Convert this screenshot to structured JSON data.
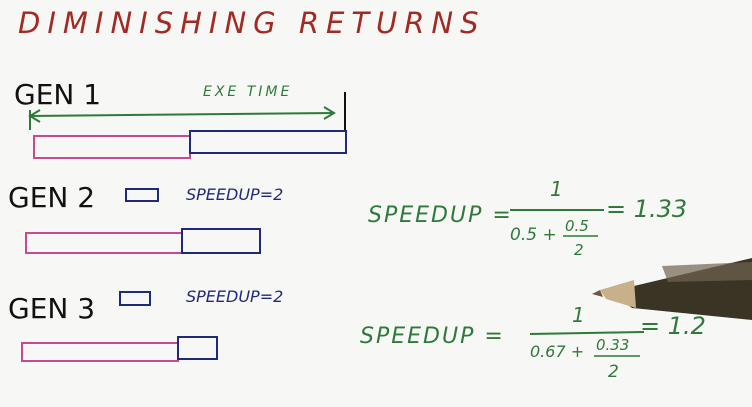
{
  "title": "DIMINISHING RETURNS",
  "gens": [
    {
      "label": "GEN 1",
      "exe_time_label": "EXE TIME"
    },
    {
      "label": "GEN 2",
      "speedup_label": "SPEEDUP=2"
    },
    {
      "label": "GEN 3",
      "speedup_label": "SPEEDUP=2"
    }
  ],
  "formulas": [
    {
      "lhs": "SPEEDUP =",
      "numerator": "1",
      "den_first": "0.5 +",
      "den_frac_num": "0.5",
      "den_frac_den": "2",
      "result": "= 1.33"
    },
    {
      "lhs": "SPEEDUP =",
      "numerator": "1",
      "den_first": "0.67 +",
      "den_frac_num": "0.33",
      "den_frac_den": "2",
      "result": "= 1.2"
    }
  ],
  "bars": [
    {
      "serial_fraction": 0.5,
      "parallel_fraction": 0.5
    },
    {
      "serial_fraction": 0.5,
      "parallel_fraction": 0.25
    },
    {
      "serial_fraction": 0.5,
      "parallel_fraction": 0.125
    }
  ],
  "colors": {
    "title": "#a12a23",
    "labels": "#111111",
    "serial": "#c54a8f",
    "parallel": "#1f2a78",
    "arrow": "#2f7a3a",
    "formula": "#2f7a3a",
    "speedup_note": "#1f2a78"
  }
}
